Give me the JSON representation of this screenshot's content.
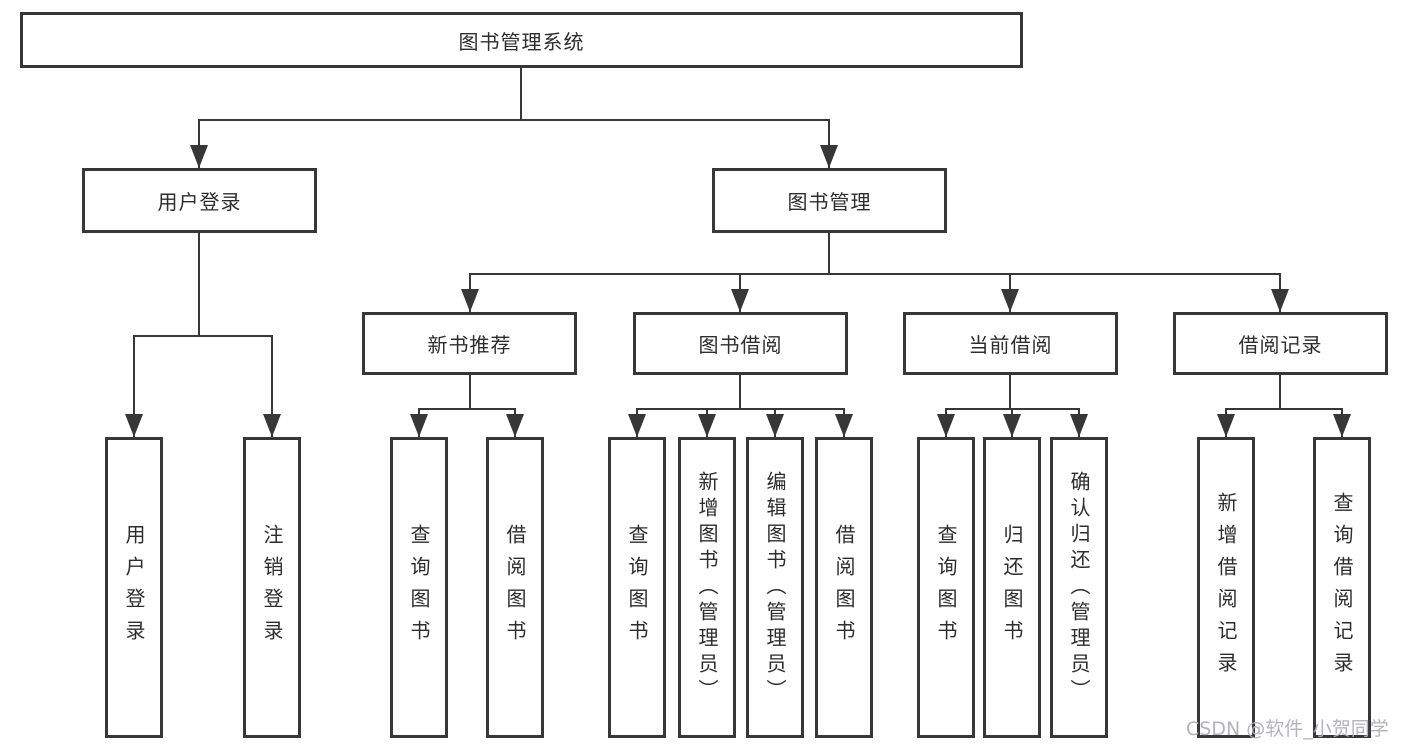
{
  "diagram": {
    "title": "图书管理系统",
    "watermark": "CSDN @软件_小贺同学",
    "colors": {
      "line": "#373737",
      "text": "#2d2d2d",
      "watermark": "#afafb6",
      "background": "#ffffff"
    },
    "nodes": {
      "root": {
        "label": "图书管理系统"
      },
      "user_login": {
        "label": "用户登录"
      },
      "book_management": {
        "label": "图书管理"
      },
      "new_book_recommend": {
        "label": "新书推荐"
      },
      "book_borrowing": {
        "label": "图书借阅"
      },
      "current_borrowing": {
        "label": "当前借阅"
      },
      "borrowing_records": {
        "label": "借阅记录"
      },
      "leaf_user_login": {
        "label": "用户登录"
      },
      "leaf_logout": {
        "label": "注销登录"
      },
      "leaf_rec_query_books": {
        "label": "查询图书"
      },
      "leaf_rec_borrow_books": {
        "label": "借阅图书"
      },
      "leaf_bor_query_books": {
        "label": "查询图书"
      },
      "leaf_bor_add_books": {
        "label": "新增图书（管理员）"
      },
      "leaf_bor_edit_books": {
        "label": "编辑图书（管理员）"
      },
      "leaf_bor_borrow_books": {
        "label": "借阅图书"
      },
      "leaf_cur_query_books": {
        "label": "查询图书"
      },
      "leaf_cur_return_books": {
        "label": "归还图书"
      },
      "leaf_cur_confirm_return": {
        "label": "确认归还（管理员）"
      },
      "leaf_hist_add_record": {
        "label": "新增借阅记录"
      },
      "leaf_hist_query_record": {
        "label": "查询借阅记录"
      }
    }
  }
}
